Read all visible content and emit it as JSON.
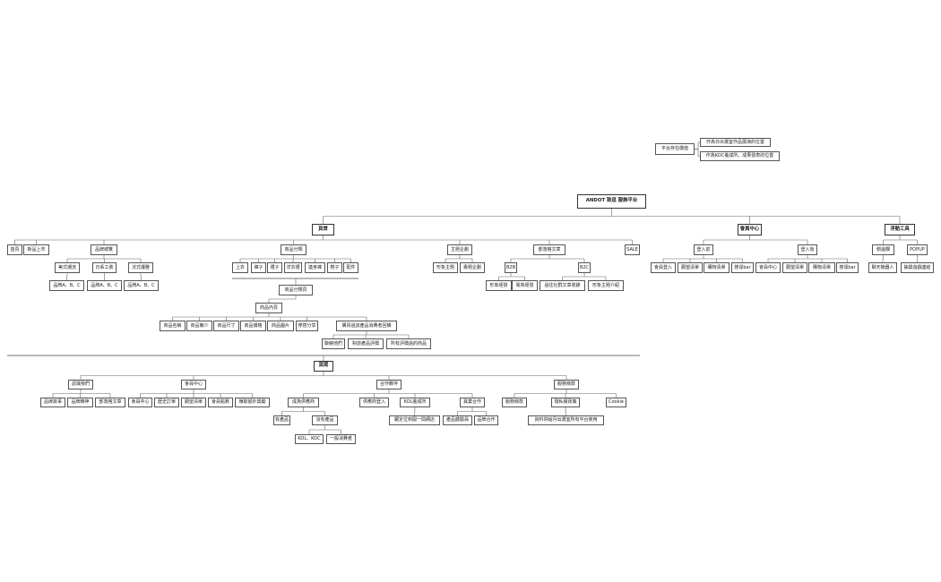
{
  "diagram": {
    "root": "ANDOT 致逗 服飾平台",
    "nodes": [
      {
        "id": "pv",
        "text": "平台存在價值",
        "parent": null
      },
      {
        "id": "pv1",
        "text": "作為日出選室作品展演的位置",
        "parent": "pv"
      },
      {
        "id": "pv2",
        "text": "作為KOC養成所，成果發表的位置",
        "parent": "pv"
      },
      {
        "id": "root",
        "text": "ANDOT 致逗 服飾平台",
        "parent": null,
        "bold": true
      },
      {
        "id": "home",
        "text": "頁首",
        "parent": "root",
        "bold": true
      },
      {
        "id": "member",
        "text": "會員中心",
        "parent": "root",
        "bold": true
      },
      {
        "id": "float",
        "text": "浮動工具",
        "parent": "root",
        "bold": true
      },
      {
        "id": "h1",
        "text": "首頁",
        "parent": "home"
      },
      {
        "id": "h2",
        "text": "新品上市",
        "parent": "home"
      },
      {
        "id": "h3",
        "text": "品牌總覽",
        "parent": "home"
      },
      {
        "id": "h4",
        "text": "商品分類",
        "parent": "home"
      },
      {
        "id": "h5",
        "text": "主題企劃",
        "parent": "home"
      },
      {
        "id": "h6",
        "text": "部落格文章",
        "parent": "home"
      },
      {
        "id": "h7",
        "text": "SALE",
        "parent": "home"
      },
      {
        "id": "b1",
        "text": "美式潮流",
        "parent": "h3"
      },
      {
        "id": "b2",
        "text": "日系工裝",
        "parent": "h3"
      },
      {
        "id": "b3",
        "text": "法式優雅",
        "parent": "h3"
      },
      {
        "id": "b1a",
        "text": "品牌A、B、C",
        "parent": "b1"
      },
      {
        "id": "b2a",
        "text": "品牌A、B、C",
        "parent": "b2"
      },
      {
        "id": "b3a",
        "text": "品牌A、B、C",
        "parent": "b3"
      },
      {
        "id": "c1",
        "text": "上衣",
        "parent": "h4"
      },
      {
        "id": "c2",
        "text": "褲子",
        "parent": "h4"
      },
      {
        "id": "c3",
        "text": "裙子",
        "parent": "h4"
      },
      {
        "id": "c4",
        "text": "洋衣裙",
        "parent": "h4"
      },
      {
        "id": "c5",
        "text": "連身褲",
        "parent": "h4"
      },
      {
        "id": "c6",
        "text": "鞋子",
        "parent": "h4"
      },
      {
        "id": "c7",
        "text": "配件",
        "parent": "h4"
      },
      {
        "id": "cp",
        "text": "商品分類頁",
        "parent": "c4",
        "via": "catline"
      },
      {
        "id": "ci",
        "text": "商品內頁",
        "parent": "cp"
      },
      {
        "id": "ci1",
        "text": "商品名稱",
        "parent": "ci"
      },
      {
        "id": "ci2",
        "text": "商品簡介",
        "parent": "ci"
      },
      {
        "id": "ci3",
        "text": "商品尺寸",
        "parent": "ci"
      },
      {
        "id": "ci4",
        "text": "商品價格",
        "parent": "ci"
      },
      {
        "id": "ci5",
        "text": "商品圖片",
        "parent": "ci"
      },
      {
        "id": "ci6",
        "text": "穿搭分享",
        "parent": "ci"
      },
      {
        "id": "ci7",
        "text": "購買過該產品消費者回饋",
        "parent": "ci"
      },
      {
        "id": "r1",
        "text": "聯絡他們",
        "parent": "ci7"
      },
      {
        "id": "r2",
        "text": "對該產品評價",
        "parent": "ci7"
      },
      {
        "id": "r3",
        "text": "所有評價過的商品",
        "parent": "ci7"
      },
      {
        "id": "t1",
        "text": "形象主題",
        "parent": "h5"
      },
      {
        "id": "t2",
        "text": "專題企劃",
        "parent": "h5"
      },
      {
        "id": "bl1",
        "text": "B2B",
        "parent": "h6"
      },
      {
        "id": "bl2",
        "text": "B2C",
        "parent": "h6"
      },
      {
        "id": "bl1a",
        "text": "形象經營",
        "parent": "bl1"
      },
      {
        "id": "bl1b",
        "text": "電商經營",
        "parent": "bl1"
      },
      {
        "id": "bl2a",
        "text": "過往社群文章收錄",
        "parent": "bl2"
      },
      {
        "id": "bl2b",
        "text": "形象主題介紹",
        "parent": "bl2"
      },
      {
        "id": "m1",
        "text": "登入前",
        "parent": "member"
      },
      {
        "id": "m2",
        "text": "登入後",
        "parent": "member"
      },
      {
        "id": "m1a",
        "text": "會員登入",
        "parent": "m1"
      },
      {
        "id": "m1b",
        "text": "願望清單",
        "parent": "m1"
      },
      {
        "id": "m1c",
        "text": "購物清單",
        "parent": "m1"
      },
      {
        "id": "m1d",
        "text": "搜尋bar",
        "parent": "m1"
      },
      {
        "id": "m2a",
        "text": "會員中心",
        "parent": "m2"
      },
      {
        "id": "m2b",
        "text": "願望清單",
        "parent": "m2"
      },
      {
        "id": "m2c",
        "text": "購物清單",
        "parent": "m2"
      },
      {
        "id": "m2d",
        "text": "搜尋bar",
        "parent": "m2"
      },
      {
        "id": "f1",
        "text": "側邊欄",
        "parent": "float"
      },
      {
        "id": "f2",
        "text": "POPUP",
        "parent": "float"
      },
      {
        "id": "f1a",
        "text": "聊天機器人",
        "parent": "f1"
      },
      {
        "id": "f2a",
        "text": "抽獎遊戲連結",
        "parent": "f2"
      },
      {
        "id": "footer",
        "text": "頁尾",
        "parent": null,
        "bold": true
      },
      {
        "id": "ft1",
        "text": "認識我們",
        "parent": "footer"
      },
      {
        "id": "ft2",
        "text": "會員中心",
        "parent": "footer"
      },
      {
        "id": "ft3",
        "text": "合作夥伴",
        "parent": "footer"
      },
      {
        "id": "ft4",
        "text": "服務條款",
        "parent": "footer"
      },
      {
        "id": "ft1a",
        "text": "品牌故事",
        "parent": "ft1"
      },
      {
        "id": "ft1b",
        "text": "品牌精神",
        "parent": "ft1"
      },
      {
        "id": "ft1c",
        "text": "部落格文章",
        "parent": "ft1"
      },
      {
        "id": "ft2a",
        "text": "會員中心",
        "parent": "ft2"
      },
      {
        "id": "ft2b",
        "text": "歷史訂單",
        "parent": "ft2"
      },
      {
        "id": "ft2c",
        "text": "願望清單",
        "parent": "ft2"
      },
      {
        "id": "ft2d",
        "text": "會員點數",
        "parent": "ft2"
      },
      {
        "id": "ft2e",
        "text": "賺取額外獎勵",
        "parent": "ft2"
      },
      {
        "id": "ft3a",
        "text": "成為供應商",
        "parent": "ft3"
      },
      {
        "id": "ft3b",
        "text": "供應商登入",
        "parent": "ft3"
      },
      {
        "id": "ft3c",
        "text": "KOL養成所",
        "parent": "ft3"
      },
      {
        "id": "ft3d",
        "text": "異業合作",
        "parent": "ft3"
      },
      {
        "id": "ft3a1",
        "text": "有產品",
        "parent": "ft3a"
      },
      {
        "id": "ft3a2",
        "text": "沒有產品",
        "parent": "ft3a"
      },
      {
        "id": "ft3a2a",
        "text": "KOL、KOC",
        "parent": "ft3a2"
      },
      {
        "id": "ft3a2b",
        "text": "一般消費者",
        "parent": "ft3a2"
      },
      {
        "id": "ft3c1",
        "text": "鋸定位到開一間網店",
        "parent": "ft3c"
      },
      {
        "id": "ft3d1",
        "text": "產品體驗員",
        "parent": "ft3d"
      },
      {
        "id": "ft3d2",
        "text": "品牌合作",
        "parent": "ft3d"
      },
      {
        "id": "ft4a",
        "text": "服務條款",
        "parent": "ft4"
      },
      {
        "id": "ft4b",
        "text": "隱私權政策",
        "parent": "ft4"
      },
      {
        "id": "ft4c",
        "text": "Cookie",
        "parent": "ft4"
      },
      {
        "id": "ft4b1",
        "text": "資料供給月出選室所有平台使用",
        "parent": "ft4b"
      }
    ]
  }
}
